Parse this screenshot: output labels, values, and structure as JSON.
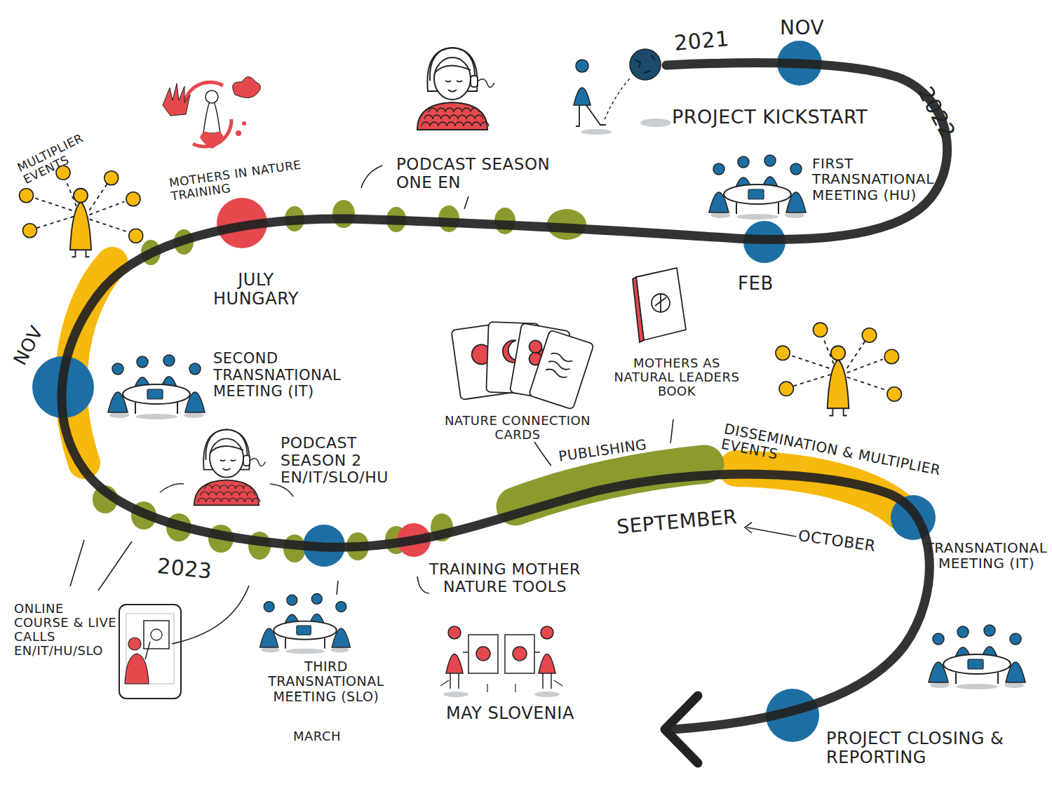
{
  "diagram": {
    "labels": [
      "2021",
      "NOV",
      "2022",
      "PROJECT KICKSTART",
      "FIRST TRANSNATIONAL MEETING (HU)",
      "FEB",
      "PODCAST SEASON ONE EN",
      "MOTHERS IN NATURE TRAINING",
      "MULTIPLIER EVENTS",
      "JULY HUNGARY",
      "NOV",
      "SECOND TRANSNATIONAL MEETING (IT)",
      "NATURE CONNECTION CARDS",
      "MOTHERS AS NATURAL LEADERS BOOK",
      "PUBLISHING",
      "DISSEMINATION & MULTIPLIER EVENTS",
      "PODCAST SEASON 2 EN/IT/SLO/HU",
      "SEPTEMBER",
      "OCTOBER",
      "TRANSNATIONAL MEETING (IT)",
      "2023",
      "ONLINE COURSE & LIVE CALLS EN/IT/HU/SLO",
      "THIRD TRANSNATIONAL MEETING (SLO)",
      "MARCH",
      "TRAINING MOTHER NATURE TOOLS",
      "MAY SLOVENIA",
      "PROJECT CLOSING & REPORTING"
    ]
  }
}
